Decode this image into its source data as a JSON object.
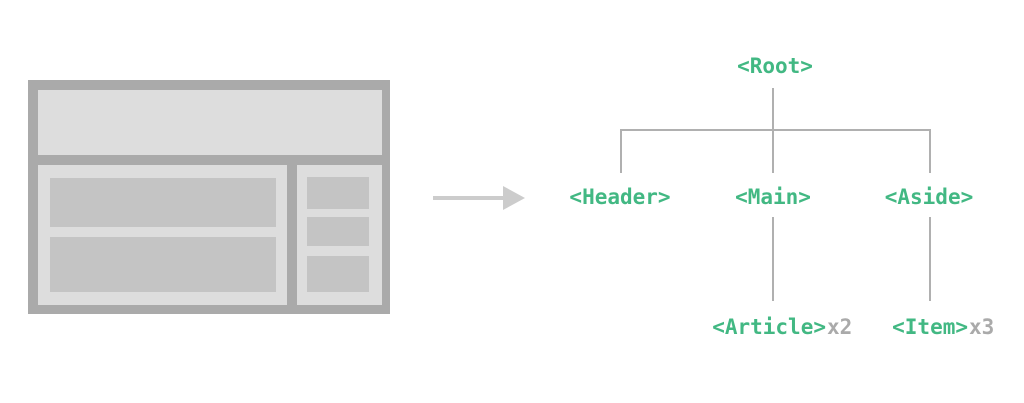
{
  "colors": {
    "label_green": "#42b883",
    "count_gray": "#aaaaaa",
    "connector_gray": "#b0b0b0",
    "arrow_gray": "#cccccc",
    "wireframe_frame": "#aaaaaa",
    "wireframe_panel": "#dddddd",
    "wireframe_block": "#c4c4c4"
  },
  "tree": {
    "root": "<Root>",
    "header": "<Header>",
    "main": "<Main>",
    "aside": "<Aside>",
    "article": "<Article>",
    "article_count": "x2",
    "item": "<Item>",
    "item_count": "x3"
  }
}
